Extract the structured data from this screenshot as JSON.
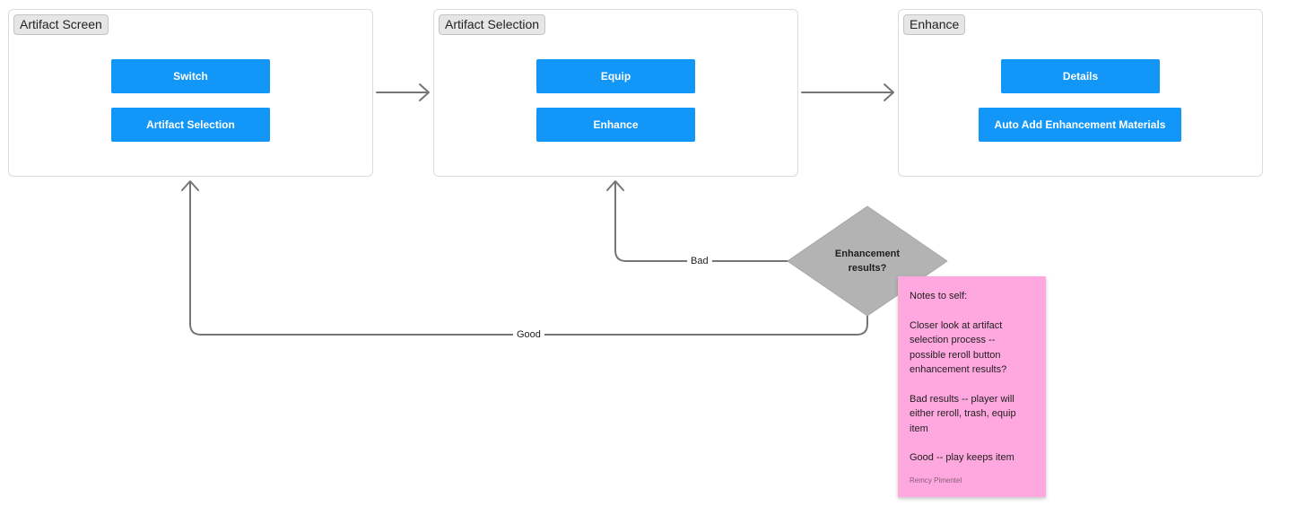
{
  "frames": [
    {
      "title": "Artifact Screen",
      "buttons": [
        "Switch",
        "Artifact Selection"
      ]
    },
    {
      "title": "Artifact Selection",
      "buttons": [
        "Equip",
        "Enhance"
      ]
    },
    {
      "title": "Enhance",
      "buttons": [
        "Details",
        "Auto Add Enhancement Materials"
      ]
    }
  ],
  "decision": {
    "line1": "Enhancement",
    "line2": "results?"
  },
  "edges": {
    "bad_label": "Bad",
    "good_label": "Good"
  },
  "sticky_note": {
    "heading": "Notes to self:",
    "para1": [
      "Closer look at artifact",
      "selection process --",
      "possible reroll button",
      "enhancement results?"
    ],
    "para2": [
      "Bad results -- player will",
      "either reroll, trash, equip",
      "item"
    ],
    "para3": [
      "Good -- play keeps item"
    ],
    "author": "Remcy Pimentel"
  },
  "colors": {
    "button_fill": "#1296f7",
    "decision_fill": "#b3b3b3",
    "connector": "#757575",
    "sticky_fill": "#ffa8df"
  }
}
